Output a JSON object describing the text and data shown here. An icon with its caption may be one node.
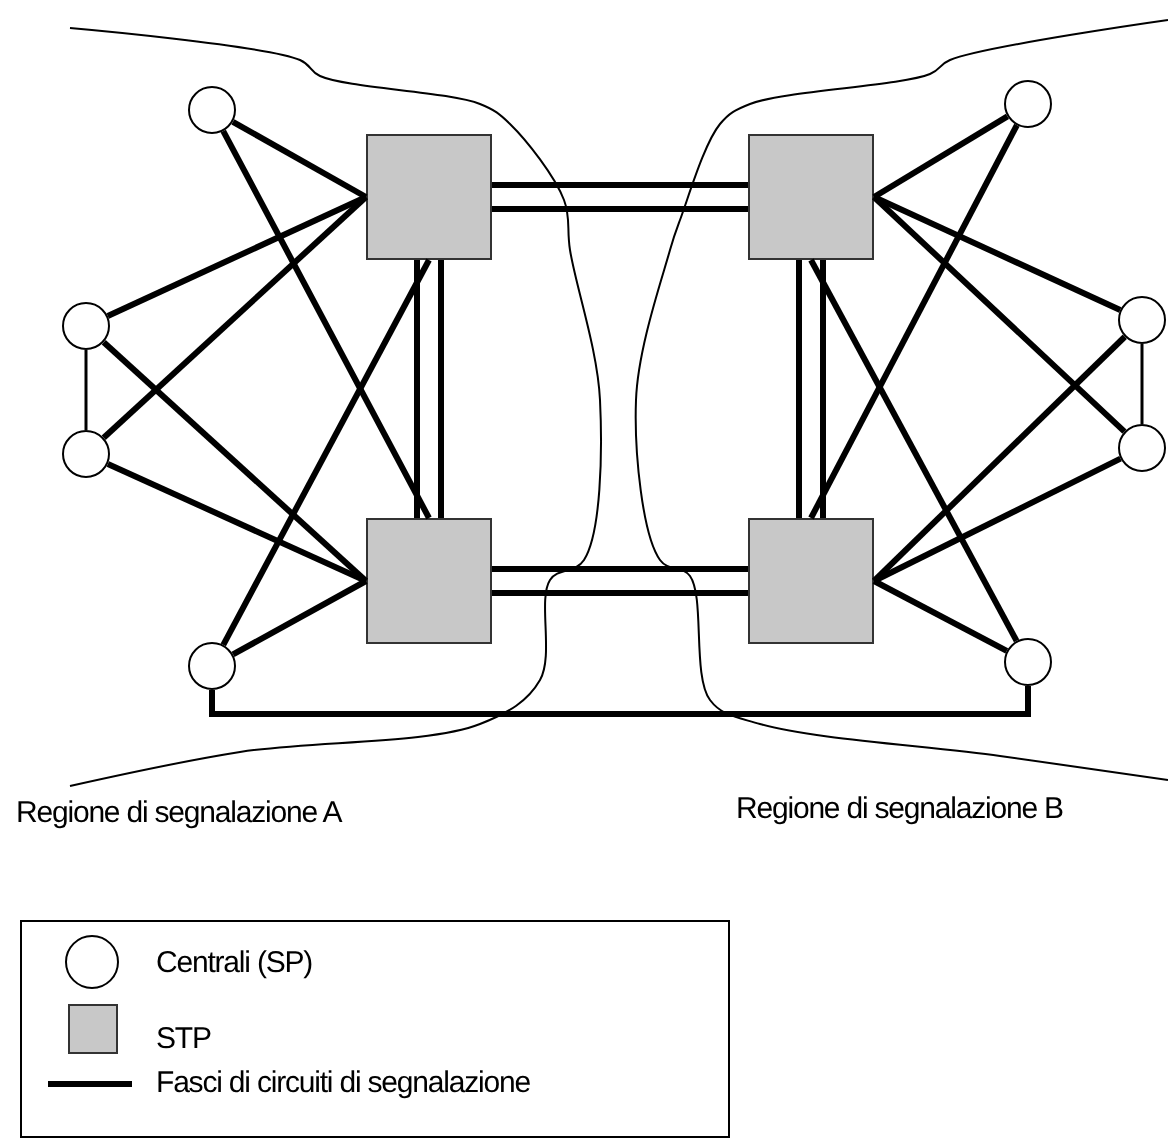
{
  "diagram": {
    "nodes": [
      {
        "text": [
          "Regione di segnalazione A"
        ]
      },
      {
        "text": [
          "Regione di segnalazione B"
        ]
      },
      {
        "text": [],
        "shape": "circle",
        "in": 0
      },
      {
        "text": [],
        "shape": "circle",
        "in": 0
      },
      {
        "text": [],
        "shape": "circle",
        "in": 0
      },
      {
        "text": [],
        "shape": "circle",
        "in": 0
      },
      {
        "text": [],
        "shape": "box",
        "in": 0
      },
      {
        "text": [],
        "shape": "box",
        "in": 0
      },
      {
        "text": [],
        "shape": "box",
        "in": 1
      },
      {
        "text": [],
        "shape": "box",
        "in": 1
      },
      {
        "text": [],
        "shape": "circle",
        "in": 1
      },
      {
        "text": [],
        "shape": "circle",
        "in": 1
      },
      {
        "text": [],
        "shape": "circle",
        "in": 1
      },
      {
        "text": [],
        "shape": "circle",
        "in": 1
      }
    ],
    "edges": [
      {
        "from": 2,
        "to": 6,
        "arrow": "none"
      },
      {
        "from": 2,
        "to": 7,
        "arrow": "none"
      },
      {
        "from": 3,
        "to": 6,
        "arrow": "none"
      },
      {
        "from": 3,
        "to": 7,
        "arrow": "none"
      },
      {
        "from": 4,
        "to": 6,
        "arrow": "none"
      },
      {
        "from": 4,
        "to": 7,
        "arrow": "none"
      },
      {
        "from": 5,
        "to": 6,
        "arrow": "none"
      },
      {
        "from": 5,
        "to": 7,
        "arrow": "none"
      },
      {
        "from": 3,
        "to": 4,
        "arrow": "none"
      },
      {
        "from": 6,
        "to": 7,
        "arrow": "none"
      },
      {
        "from": 6,
        "to": 8,
        "arrow": "none"
      },
      {
        "from": 7,
        "to": 9,
        "arrow": "none"
      },
      {
        "from": 8,
        "to": 9,
        "arrow": "none"
      },
      {
        "from": 5,
        "to": 13,
        "arrow": "none"
      },
      {
        "from": 8,
        "to": 10,
        "arrow": "none"
      },
      {
        "from": 8,
        "to": 11,
        "arrow": "none"
      },
      {
        "from": 8,
        "to": 12,
        "arrow": "none"
      },
      {
        "from": 8,
        "to": 13,
        "arrow": "none"
      },
      {
        "from": 9,
        "to": 10,
        "arrow": "none"
      },
      {
        "from": 9,
        "to": 11,
        "arrow": "none"
      },
      {
        "from": 9,
        "to": 12,
        "arrow": "none"
      },
      {
        "from": 9,
        "to": 13,
        "arrow": "none"
      },
      {
        "from": 11,
        "to": 12,
        "arrow": "none"
      }
    ],
    "legend": [
      {
        "text": "Centrali (SP)"
      },
      {
        "text": "STP",
        "color": "#c8c8c8"
      },
      {
        "text": "Fasci di circuiti di segnalazione"
      }
    ]
  }
}
